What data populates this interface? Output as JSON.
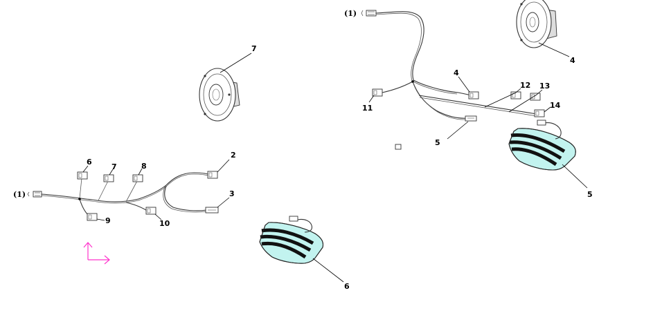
{
  "diagram": {
    "left_assembly": {
      "plug_ref": "(1)",
      "callouts": {
        "c6": "6",
        "c7": "7",
        "c8": "8",
        "c9": "9",
        "c10": "10",
        "c2": "2",
        "c3": "3"
      }
    },
    "right_assembly": {
      "plug_ref": "(1)",
      "callouts": {
        "c4": "4",
        "c11": "11",
        "c12": "12",
        "c13": "13",
        "c14": "14",
        "c5": "5"
      }
    },
    "speaker_left_label": "7",
    "speaker_right_label": "4",
    "light_left_label": "6",
    "light_right_label": "5",
    "accent_colors": {
      "light_stripe": "#bff3ee",
      "band": "#111111",
      "axis": "#ff33cc"
    }
  }
}
